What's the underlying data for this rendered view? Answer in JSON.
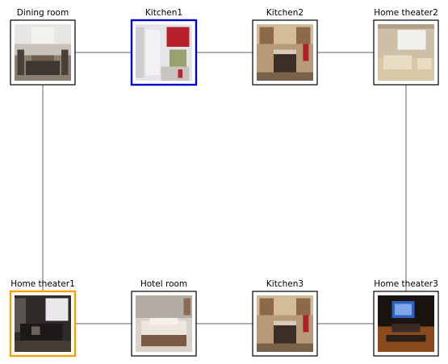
{
  "colors": {
    "edge": "#808080",
    "default_border": "#000000",
    "current": "#0000cc",
    "goal": "#f5a000"
  },
  "nodes": [
    {
      "id": "dining-room",
      "label": "Dining room",
      "state": "default",
      "scene": "dining"
    },
    {
      "id": "kitchen1",
      "label": "Kitchen1",
      "state": "current",
      "scene": "kitchen-white"
    },
    {
      "id": "kitchen2",
      "label": "Kitchen2",
      "state": "default",
      "scene": "kitchen-wood"
    },
    {
      "id": "home-theater2",
      "label": "Home theater2",
      "state": "default",
      "scene": "theater-beige"
    },
    {
      "id": "home-theater1",
      "label": "Home theater1",
      "state": "goal",
      "scene": "theater-dark"
    },
    {
      "id": "hotel-room",
      "label": "Hotel room",
      "state": "default",
      "scene": "bedroom"
    },
    {
      "id": "kitchen3",
      "label": "Kitchen3",
      "state": "default",
      "scene": "kitchen-wood"
    },
    {
      "id": "home-theater3",
      "label": "Home theater3",
      "state": "default",
      "scene": "theater-blue"
    }
  ],
  "edges": [
    [
      "dining-room",
      "kitchen1"
    ],
    [
      "kitchen1",
      "kitchen2"
    ],
    [
      "kitchen2",
      "home-theater2"
    ],
    [
      "dining-room",
      "home-theater1"
    ],
    [
      "home-theater2",
      "home-theater3"
    ],
    [
      "home-theater1",
      "hotel-room"
    ],
    [
      "hotel-room",
      "kitchen3"
    ],
    [
      "kitchen3",
      "home-theater3"
    ]
  ]
}
